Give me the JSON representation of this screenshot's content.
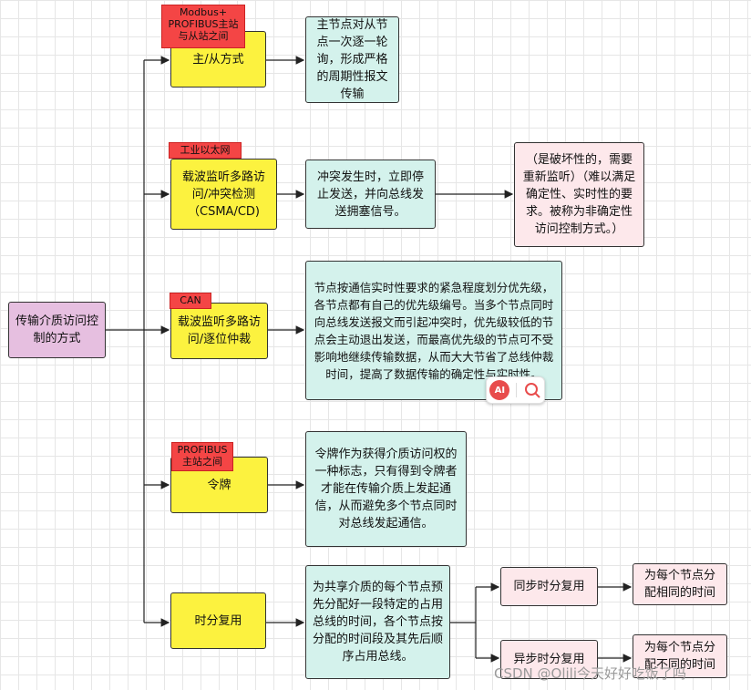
{
  "root": {
    "label": "传输介质访问控制的方式"
  },
  "methods": [
    {
      "label": "主/从方式",
      "tag": "Modbus+ PROFIBUS主站与从站之间",
      "desc": "主节点对从节点一次逐一轮询，形成严格的周期性报文传输"
    },
    {
      "label": "载波监听多路访问/冲突检测（CSMA/CD)",
      "tag": "工业以太网",
      "desc": "冲突发生时，立即停止发送，并向总线发送拥塞信号。",
      "note": "（是破坏性的，需要重新监听）（难以满足确定性、实时性的要求。被称为非确定性访问控制方式。）"
    },
    {
      "label": "载波监听多路访问/逐位仲裁",
      "tag": "CAN",
      "desc": "节点按通信实时性要求的紧急程度划分优先级，各节点都有自己的优先级编号。当多个节点同时向总线发送报文而引起冲突时，优先级较低的节点会主动退出发送，而最高优先级的节点可不受影响地继续传输数据，从而大大节省了总线仲裁时间，提高了数据传输的确定性与实时性。"
    },
    {
      "label": "令牌",
      "tag": "PROFIBUS主站之间",
      "desc": "令牌作为获得介质访问权的一种标志，只有得到令牌者才能在传输介质上发起通信，从而避免多个节点同时对总线发起通信。"
    },
    {
      "label": "时分复用",
      "desc": "为共享介质的每个节点预先分配好一段特定的占用总线的时间，各个节点按分配的时间段及其先后顺序占用总线。"
    }
  ],
  "tdm_types": [
    {
      "label": "同步时分复用",
      "desc": "为每个节点分配相同的时间"
    },
    {
      "label": "异步时分复用",
      "desc": "为每个节点分配不同的时间"
    }
  ],
  "ai_tool": {
    "ai_label": "AI",
    "search_icon": "search-icon"
  },
  "watermark": "CSDN @Olili今天好好吃饭了吗",
  "colors": {
    "root": "#e6bfe0",
    "method": "#fcf23f",
    "desc": "#d4f2ec",
    "note": "#fde8eb",
    "tag": "#f44545"
  }
}
